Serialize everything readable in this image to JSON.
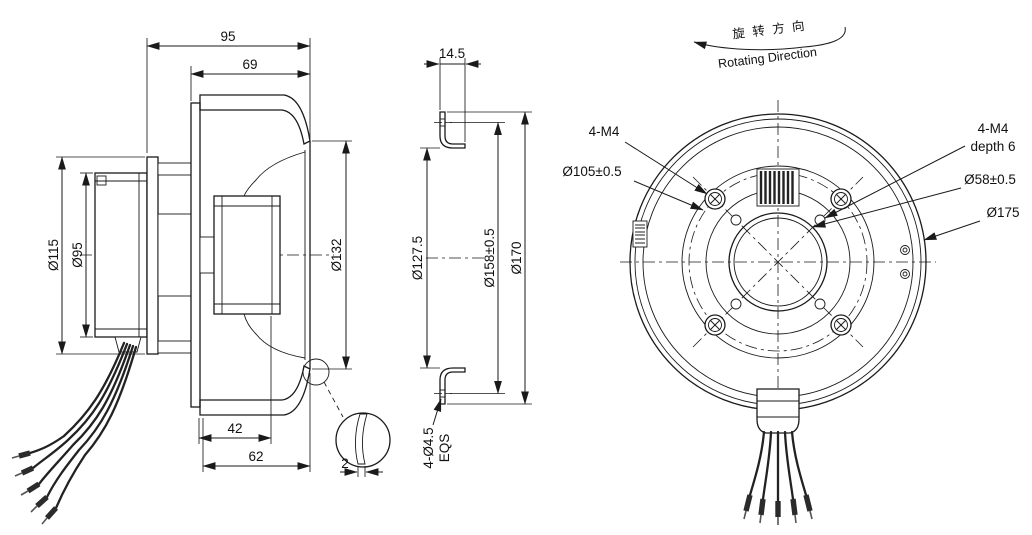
{
  "drawing": {
    "side_view": {
      "dim_overall": "95",
      "dim_housing": "69",
      "dim_flange": "Ø115",
      "dim_motor": "Ø95",
      "dim_inlet": "Ø132",
      "dim_hub": "42",
      "dim_base": "62",
      "dim_sheet": "2"
    },
    "ring_view": {
      "dim_depth": "14.5",
      "dim_inner": "Ø127.5",
      "dim_bolt": "Ø158±0.5",
      "dim_outer": "Ø170",
      "holes": "4-Ø4.5",
      "holes_note": "EQS"
    },
    "front_view": {
      "rot_zh": "旋 转 方 向",
      "rot_en": "Rotating Direction",
      "screws": "4-M4",
      "bolt_circle": "Ø105±0.5",
      "tap_label": "4-M4",
      "tap_depth": "depth 6",
      "boss": "Ø58±0.5",
      "outer": "Ø175"
    }
  }
}
